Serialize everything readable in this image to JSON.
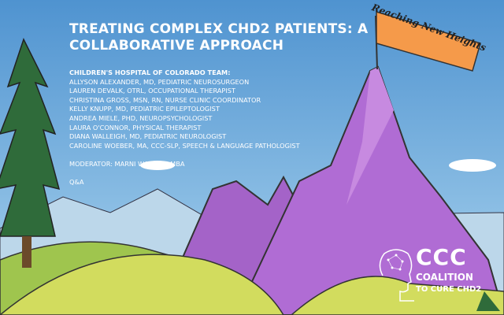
{
  "slide": {
    "title": "TREATING COMPLEX CHD2 PATIENTS: A COLLABORATIVE APPROACH",
    "team_heading": "CHILDREN'S HOSPITAL OF COLORADO TEAM:",
    "team": [
      "ALLYSON ALEXANDER, MD, PEDIATRIC NEUROSURGEON",
      "LAUREN DEVALK, OTRL, OCCUPATIONAL THERAPIST",
      "CHRISTINA GROSS, MSN, RN, NURSE CLINIC COORDINATOR",
      "KELLY KNUPP, MD, PEDIATRIC EPILEPTOLOGIST",
      "ANDREA MIELE, PHD, NEUROPSYCHOLOGIST",
      "LAURA O'CONNOR, PHYSICAL THERAPIST",
      "DIANA WALLEIGH, MD, PEDIATRIC NEUROLOGIST",
      "CAROLINE WOEBER, MA, CCC-SLP, SPEECH & LANGUAGE PATHOLOGIST"
    ],
    "moderator": "MODERATOR: MARNI WARREN, MBA",
    "qa": "Q&A",
    "banner": "Reaching New Heights",
    "logo": {
      "acronym": "CCC",
      "line1": "COALITION",
      "line2": "TO CURE CHD2"
    }
  },
  "colors": {
    "sky": "#6fa8d8",
    "mountain": "#a463c8",
    "hill": "#c8d45a",
    "tree": "#2f6b3a",
    "flag": "#f59a4a"
  }
}
